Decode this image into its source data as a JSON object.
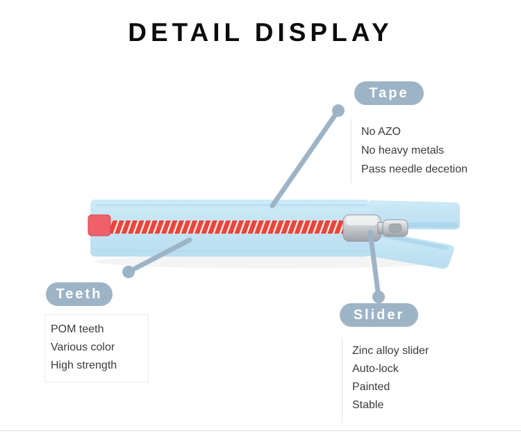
{
  "page": {
    "title": "DETAIL DISPLAY"
  },
  "colors": {
    "pill_bg": "#9db4c6",
    "connector": "#9db4c6",
    "tape_blue": "#c6e6f5",
    "tape_edge": "#a9d4ea",
    "teeth_red": "#e8463c",
    "stop_pink": "#f0606b",
    "detail_text": "#3a3a3a"
  },
  "callouts": {
    "tape": {
      "label": "Tape",
      "details": [
        "No AZO",
        "No heavy metals",
        "Pass needle decetion"
      ]
    },
    "teeth": {
      "label": "Teeth",
      "details": [
        "POM teeth",
        "Various color",
        "High strength"
      ]
    },
    "slider": {
      "label": "Slider",
      "details": [
        "Zinc alloy slider",
        "Auto-lock",
        "Painted",
        "Stable"
      ]
    }
  }
}
